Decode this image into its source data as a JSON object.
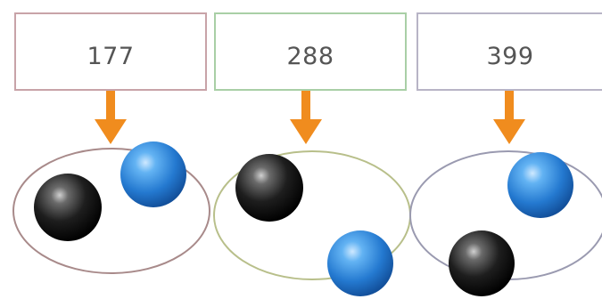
{
  "groups": [
    {
      "label": "177",
      "box_border_color": "#c8a3a8",
      "ellipse_color": "#a88a8a",
      "balls": [
        "black",
        "blue"
      ]
    },
    {
      "label": "288",
      "box_border_color": "#a9cfa6",
      "ellipse_color": "#b8bf8a",
      "balls": [
        "black",
        "blue"
      ]
    },
    {
      "label": "399",
      "box_border_color": "#b8b4c6",
      "ellipse_color": "#9a9ab0",
      "balls": [
        "blue",
        "black"
      ]
    }
  ],
  "colors": {
    "arrow": "#f08c1e",
    "ball_black": "#222222",
    "ball_blue": "#2f86d8"
  },
  "icons": {
    "arrow": "down-arrow-icon",
    "black_ball": "black-sphere-icon",
    "blue_ball": "blue-sphere-icon"
  }
}
